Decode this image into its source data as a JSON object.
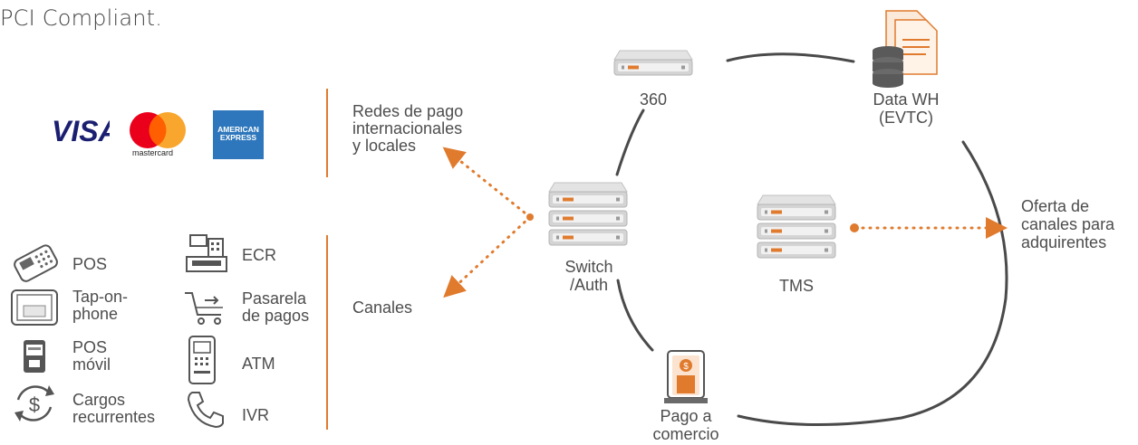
{
  "header": {
    "text": "PCI Compliant."
  },
  "networks": {
    "label": "Redes de pago internacionales y locales",
    "label_lines": [
      "Redes de pago",
      "internacionales",
      "y locales"
    ],
    "logos": [
      {
        "name": "visa",
        "text": "VISA"
      },
      {
        "name": "mastercard",
        "text": "mastercard"
      },
      {
        "name": "american-express",
        "text_lines": [
          "AMERICAN",
          "EXPRESS"
        ]
      }
    ]
  },
  "channels": {
    "label": "Canales",
    "col1": [
      {
        "icon": "pos-terminal-icon",
        "lines": [
          "POS"
        ]
      },
      {
        "icon": "tablet-icon",
        "lines": [
          "Tap-on-",
          "phone"
        ]
      },
      {
        "icon": "mobile-pos-icon",
        "lines": [
          "POS",
          "móvil"
        ]
      },
      {
        "icon": "recurring-payment-icon",
        "lines": [
          "Cargos",
          "recurrentes"
        ]
      }
    ],
    "col2": [
      {
        "icon": "cash-register-icon",
        "lines": [
          "ECR"
        ]
      },
      {
        "icon": "shopping-cart-icon",
        "lines": [
          "Pasarela",
          "de pagos"
        ]
      },
      {
        "icon": "atm-icon",
        "lines": [
          "ATM"
        ]
      },
      {
        "icon": "phone-icon",
        "lines": [
          "IVR"
        ]
      }
    ]
  },
  "nodes": {
    "switch": {
      "lines": [
        "Switch",
        "/Auth"
      ]
    },
    "n360": {
      "lines": [
        "360"
      ]
    },
    "datawh": {
      "lines": [
        "Data WH",
        "(EVTC)"
      ]
    },
    "tms": {
      "lines": [
        "TMS"
      ]
    },
    "pago": {
      "lines": [
        "Pago a",
        "comercio"
      ]
    },
    "oferta": {
      "lines": [
        "Oferta de",
        "canales para",
        "adquirentes"
      ]
    }
  },
  "colors": {
    "accent": "#e07b2e",
    "line": "#4a4a4a",
    "server": "#c9c9c9",
    "text": "#4d4d4d"
  }
}
